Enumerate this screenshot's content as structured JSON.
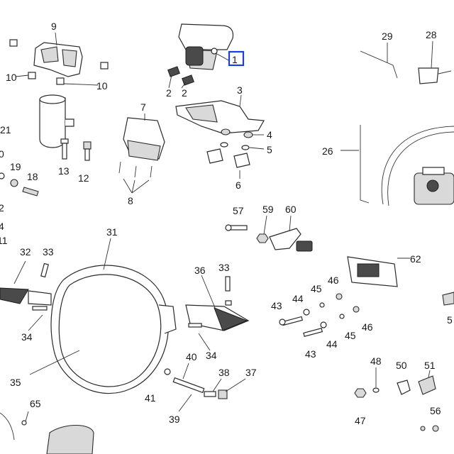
{
  "highlight": {
    "color": "#1c3fd6"
  },
  "labels": {
    "p1": "1",
    "p2": "2",
    "p3": "3",
    "p4": "4",
    "p5": "5",
    "p6": "6",
    "p7": "7",
    "p8": "8",
    "p9": "9",
    "p10a": "10",
    "p10b": "10",
    "p12": "12",
    "p13": "13",
    "p18": "18",
    "p19": "19",
    "p21": "21",
    "p26": "26",
    "p28": "28",
    "p29": "29",
    "p31": "31",
    "p32": "32",
    "p33a": "33",
    "p33b": "33",
    "p34a": "34",
    "p34b": "34",
    "p35": "35",
    "p36": "36",
    "p37": "37",
    "p38": "38",
    "p39": "39",
    "p40": "40",
    "p41": "41",
    "p43a": "43",
    "p43b": "43",
    "p44a": "44",
    "p44b": "44",
    "p45a": "45",
    "p45b": "45",
    "p46a": "46",
    "p46b": "46",
    "p47": "47",
    "p48": "48",
    "p50": "50",
    "p51": "51",
    "p56": "56",
    "p57": "57",
    "p59": "59",
    "p60": "60",
    "p62": "62",
    "p65": "65",
    "e0": "0",
    "e2": "2",
    "e4": "4",
    "e11": "11",
    "e5": "5"
  }
}
